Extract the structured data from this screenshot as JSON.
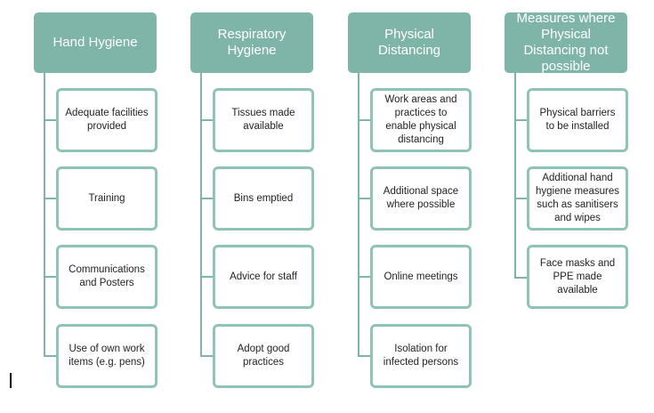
{
  "columns": [
    {
      "title": "Hand Hygiene",
      "items": [
        "Adequate facilities provided",
        "Training",
        "Communications and Posters",
        "Use of own work items (e.g. pens)"
      ]
    },
    {
      "title": "Respiratory Hygiene",
      "items": [
        "Tissues made available",
        "Bins emptied",
        "Advice for staff",
        "Adopt good practices"
      ]
    },
    {
      "title": "Physical Distancing",
      "items": [
        "Work areas and practices to enable physical distancing",
        "Additional space where possible",
        "Online meetings",
        "Isolation for infected persons"
      ]
    },
    {
      "title": "Measures where Physical Distancing not possible",
      "items": [
        "Physical barriers to be installed",
        "Additional hand hygiene measures such as sanitisers and wipes",
        "Face masks and PPE made available"
      ]
    }
  ],
  "colors": {
    "header_fill": "#7fb5a8",
    "card_border": "#8fc3b6",
    "connector": "#7fb5a8"
  }
}
